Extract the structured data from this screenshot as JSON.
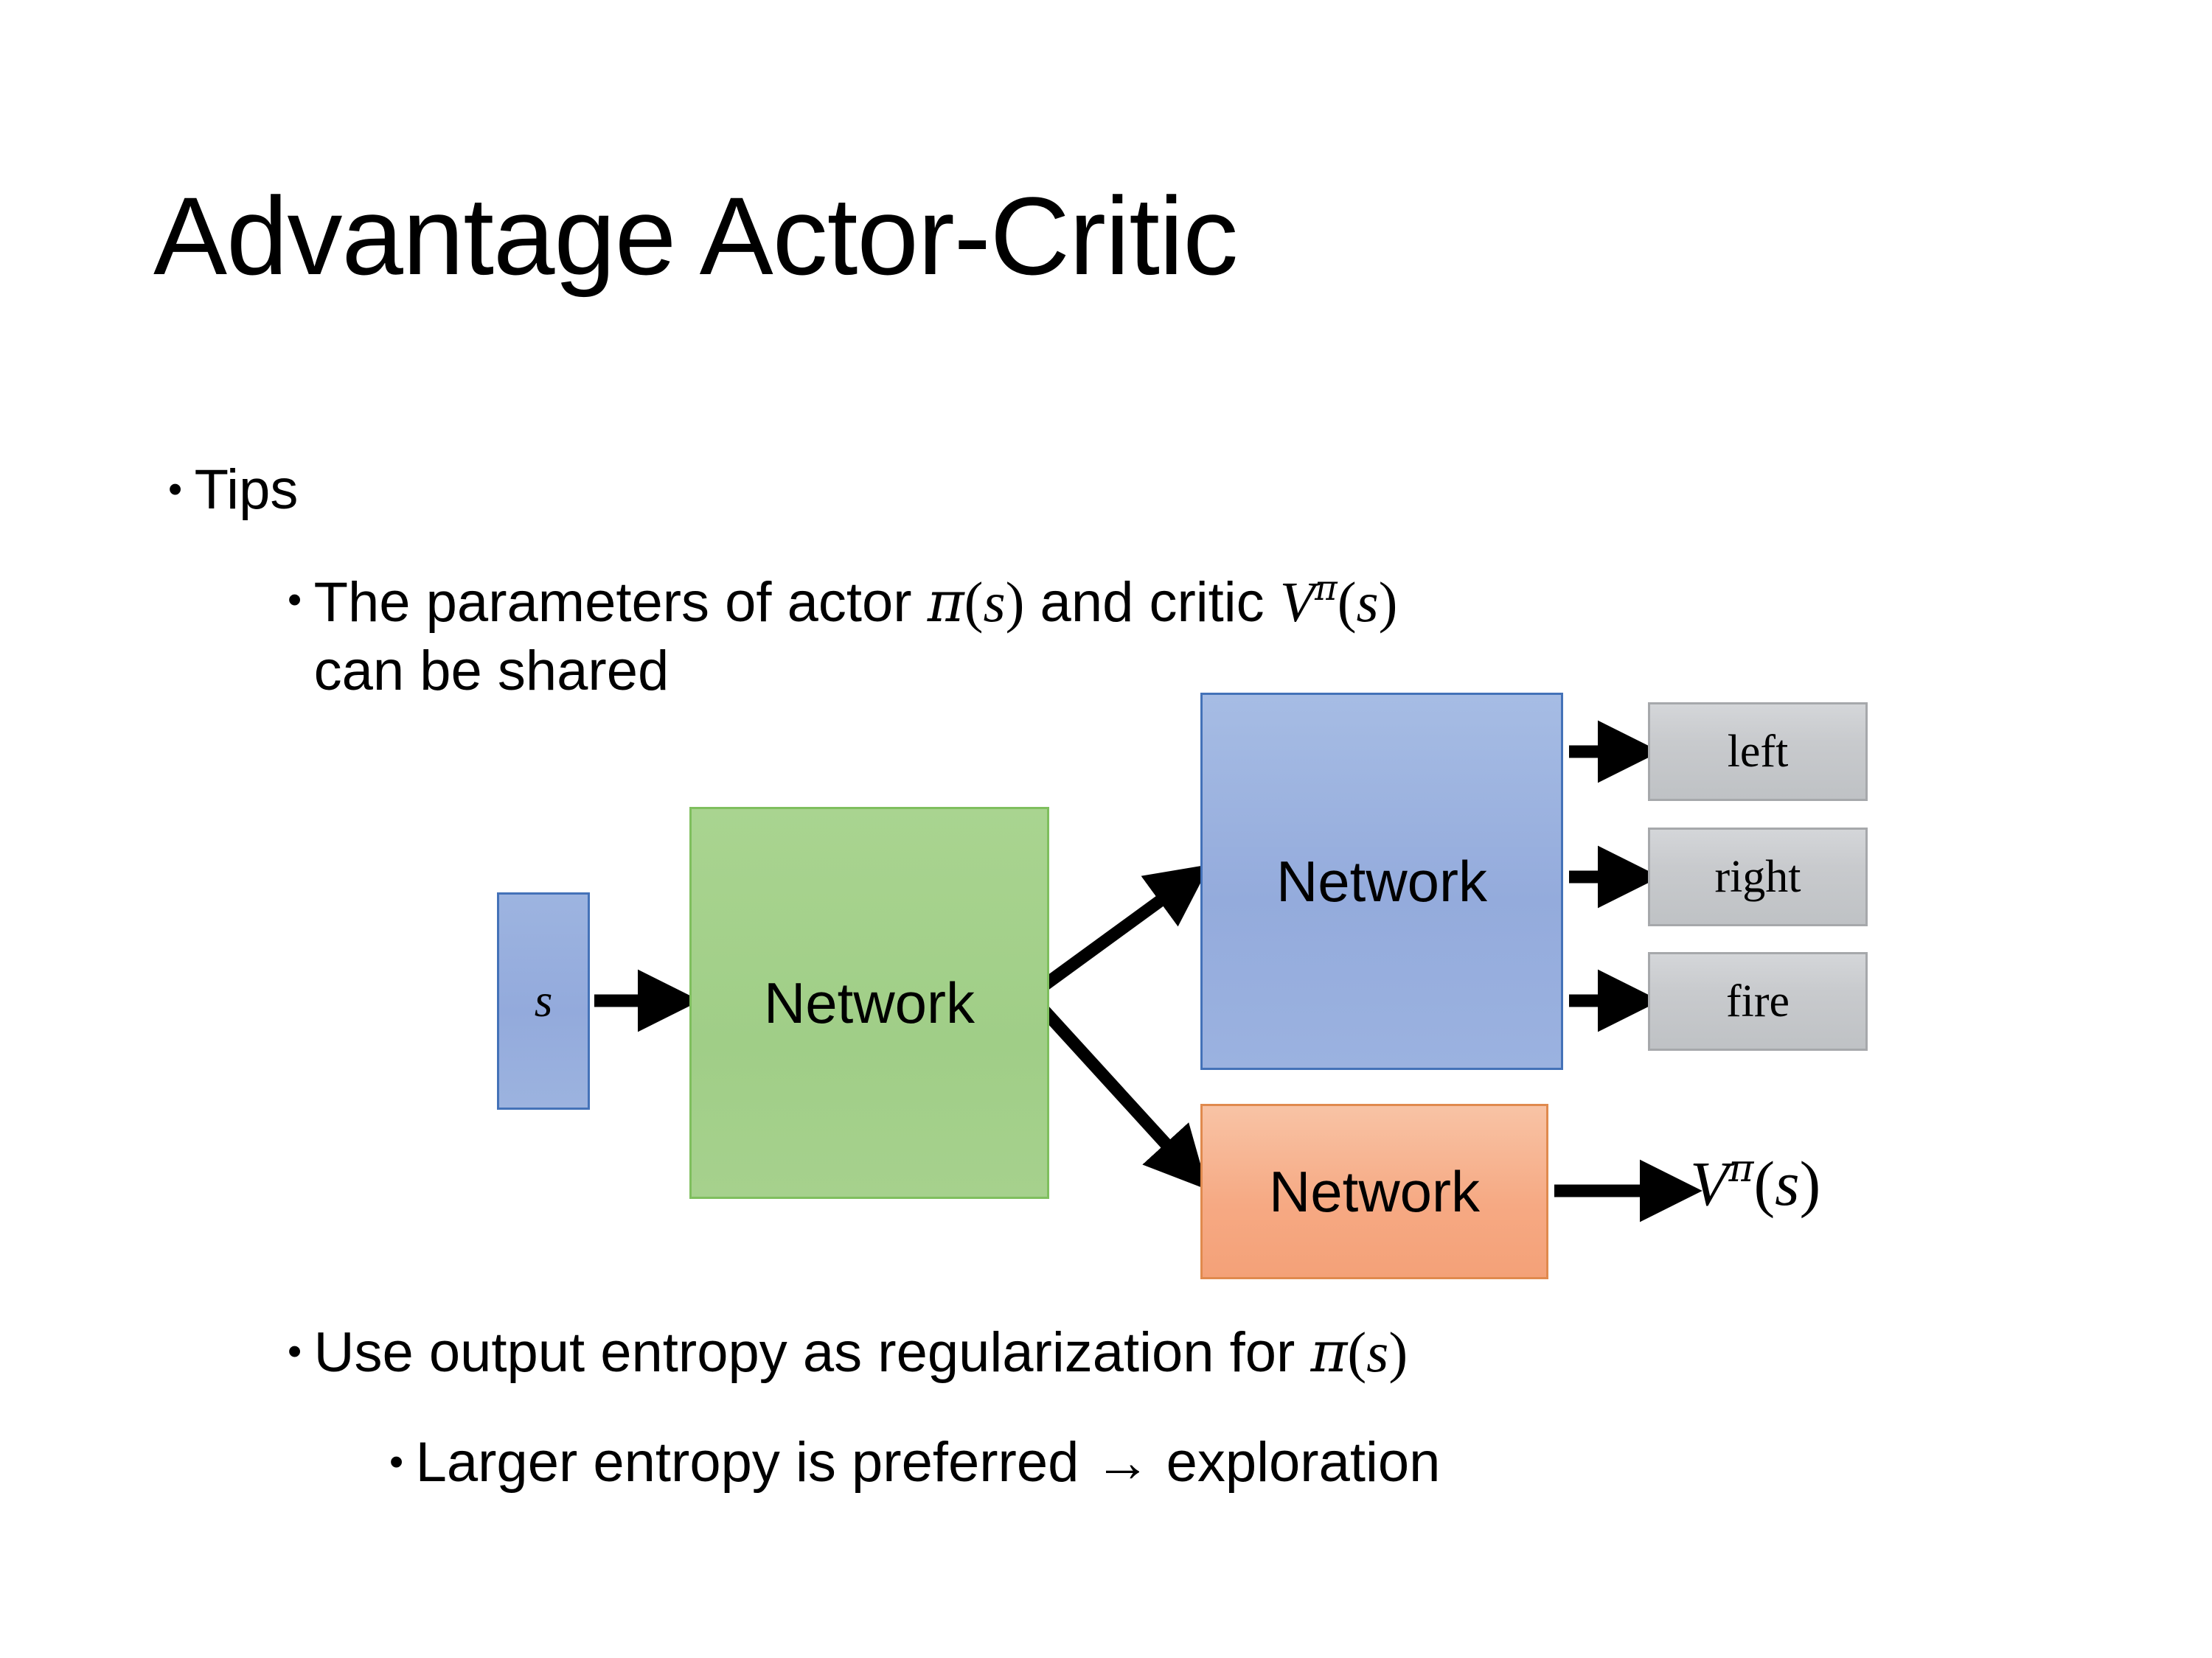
{
  "slide": {
    "title": "Advantage Actor-Critic",
    "background_color": "#ffffff"
  },
  "bullets": {
    "tips": {
      "marker": "•",
      "text": "Tips"
    },
    "shared": {
      "marker": "•",
      "text_part1": "The parameters of actor ",
      "math_pi": "π",
      "paren_open": "(",
      "var_s": "s",
      "paren_close": ")",
      "text_part2": "  and critic ",
      "math_V": "V",
      "sup_pi": "π",
      "text_line2": "can be shared"
    },
    "entropy": {
      "marker": "•",
      "text": "Use output entropy as regularization for ",
      "math_pi": "π",
      "paren_open": "(",
      "var_s": "s",
      "paren_close": ")"
    },
    "larger": {
      "marker": "•",
      "text": "Larger entropy is preferred → exploration"
    }
  },
  "diagram": {
    "state_box": {
      "label": "s",
      "fill": "#94ABDC",
      "border": "#4472B8"
    },
    "shared_network": {
      "label": "Network",
      "fill": "#A3CF8A",
      "border": "#7FBF5E"
    },
    "actor_network": {
      "label": "Network",
      "fill": "#97AEDE",
      "border": "#4472B8"
    },
    "critic_network": {
      "label": "Network",
      "fill": "#F6A983",
      "border": "#E08A4E"
    },
    "action_outputs": [
      {
        "label": "left",
        "fill": "#C8CACD",
        "border": "#A6A8AB"
      },
      {
        "label": "right",
        "fill": "#C8CACD",
        "border": "#A6A8AB"
      },
      {
        "label": "fire",
        "fill": "#C8CACD",
        "border": "#A6A8AB"
      }
    ],
    "value_output": {
      "math_V": "V",
      "sup_pi": "π",
      "paren_open": "(",
      "var_s": "s",
      "paren_close": ")"
    },
    "arrow_color": "#000000"
  }
}
